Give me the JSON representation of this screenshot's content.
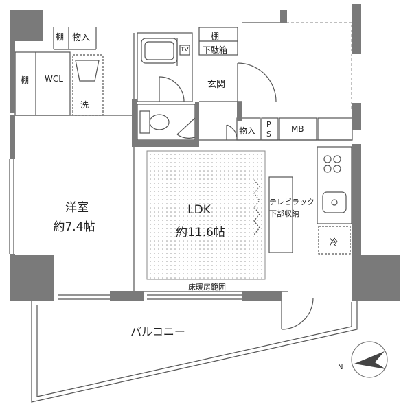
{
  "rooms": {
    "western_room_name": "洋室",
    "western_room_size": "約7.4帖",
    "ldk_name": "LDK",
    "ldk_size": "約11.6帖",
    "balcony": "バルコニー",
    "entrance": "玄関",
    "wcl": "WCL"
  },
  "fixtures": {
    "shelf_top": "棚",
    "storage_top": "物入",
    "shelf_wcl": "棚",
    "laundry": "洗",
    "shelf_entry": "棚",
    "shoe_box": "下駄箱",
    "tv": "TV",
    "storage_hall": "物入",
    "ps_p": "P",
    "ps_s": "S",
    "mb": "MB",
    "tv_rack_line1": "テレビラック",
    "tv_rack_line2": "下部収納",
    "fridge": "冷",
    "floor_heating": "床暖房範囲"
  },
  "compass": {
    "north": "N"
  },
  "colors": {
    "wall": "#7a7a7a",
    "line": "#555555",
    "hatch_dot": "#9a9a9a"
  }
}
